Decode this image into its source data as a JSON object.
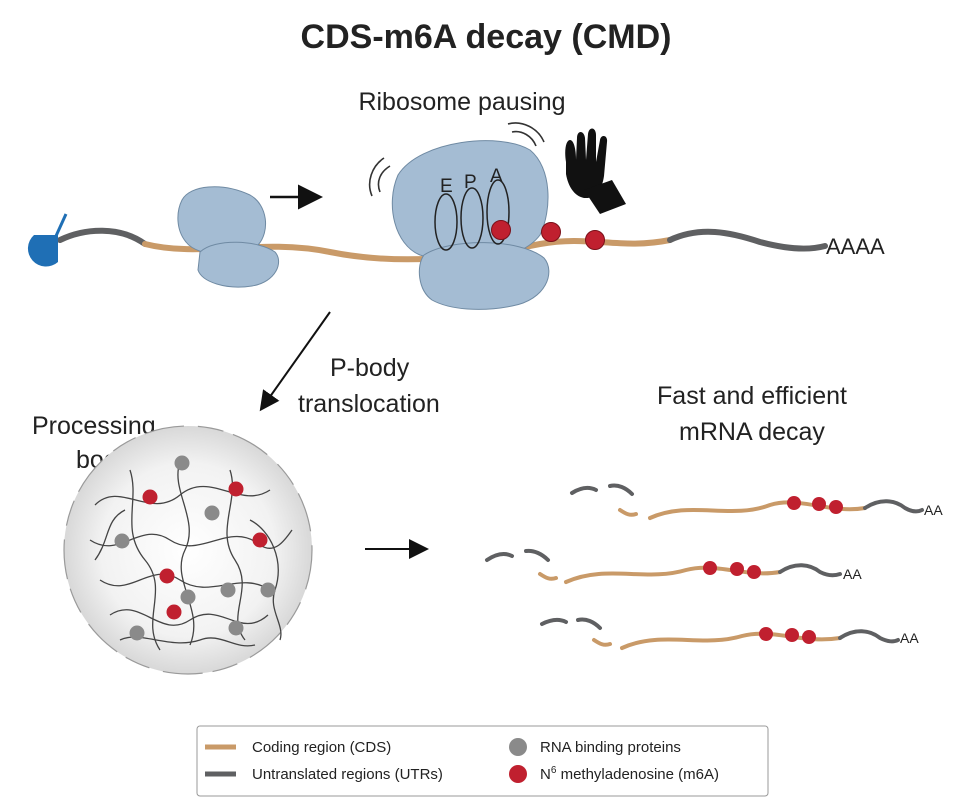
{
  "title": "CDS-m6A decay (CMD)",
  "ribosome_pausing_label": "Ribosome pausing",
  "ribosome_sites": [
    "E",
    "P",
    "A"
  ],
  "polya_tail": "AAAA",
  "pbody_translocation": [
    "P-body",
    "translocation"
  ],
  "processing_body": [
    "Processing",
    "body"
  ],
  "fast_decay": [
    "Fast and efficient",
    "mRNA decay"
  ],
  "fragment_tail": "AA",
  "colors": {
    "cds": "#c99a68",
    "utr": "#5f6062",
    "ribosome": "#a4bcd3",
    "m6a": "#c0202f",
    "rbp": "#8a8a8a",
    "cap": "#1f6fb5"
  },
  "legend": {
    "cds": "Coding region (CDS)",
    "utr": "Untranslated regions (UTRs)",
    "rbp": "RNA binding proteins",
    "m6a_sup": "6",
    "m6a_prefix": "N",
    "m6a_rest": " methyladenosine (m6A)"
  }
}
